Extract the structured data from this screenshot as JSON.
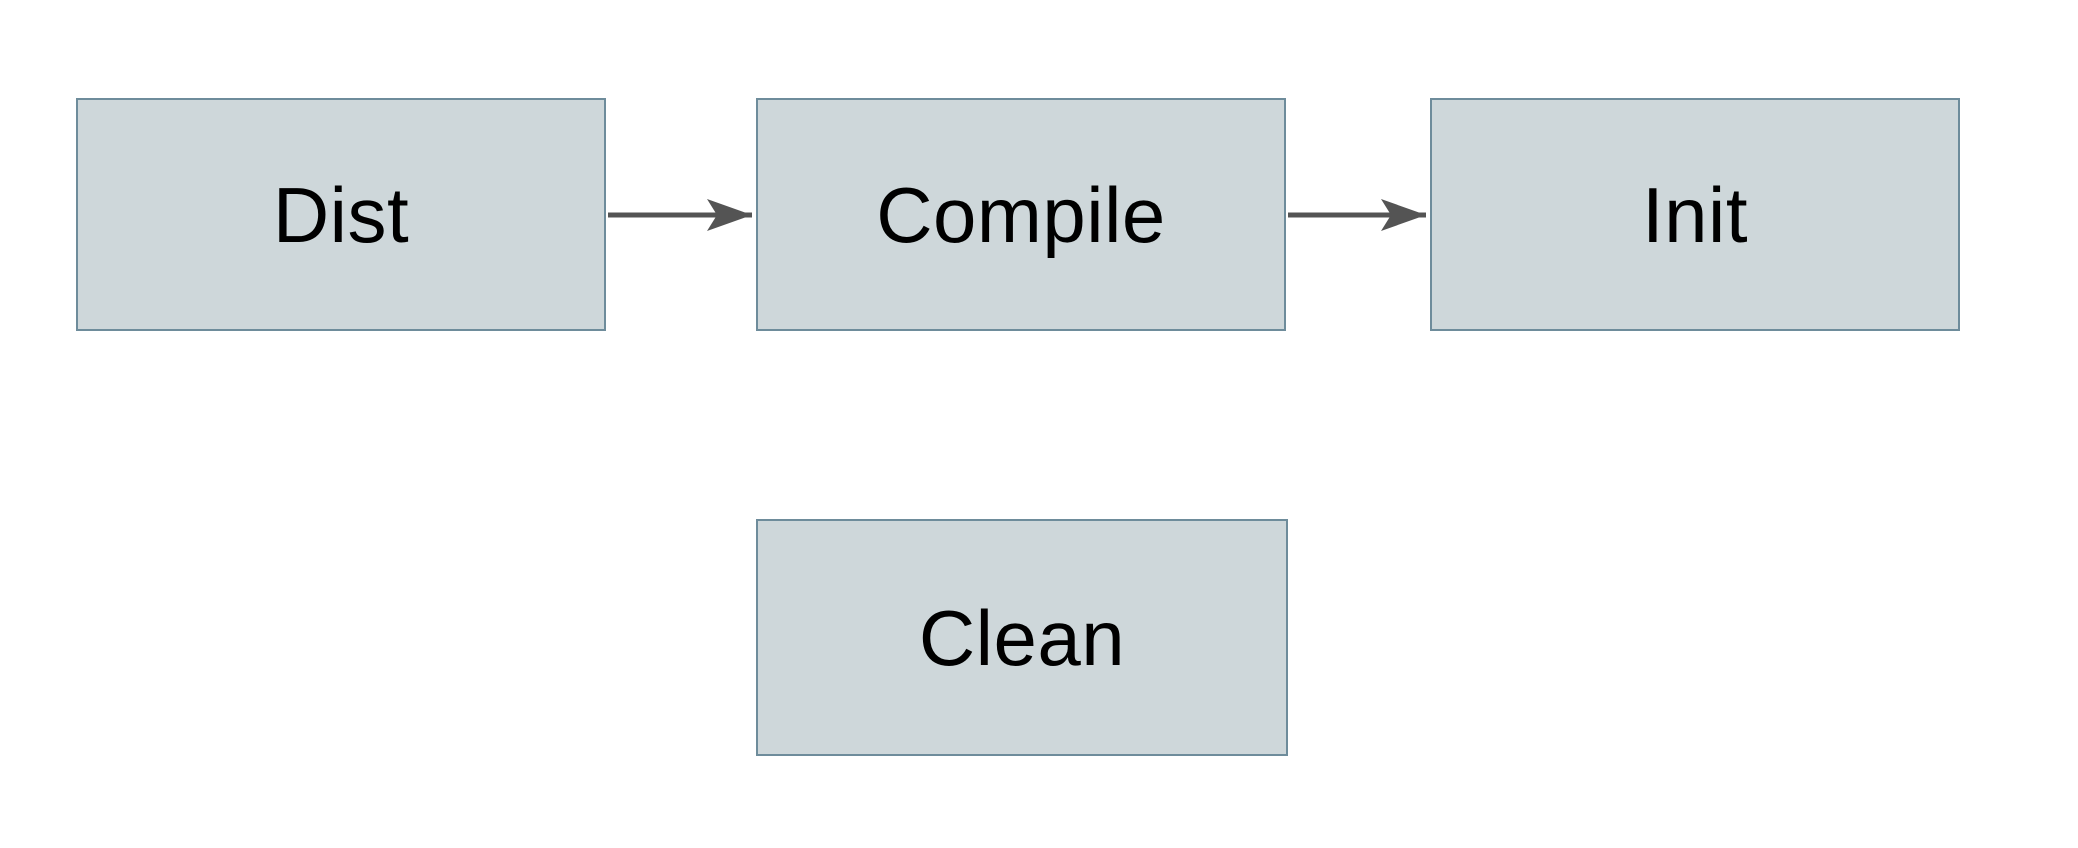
{
  "diagram": {
    "nodes": [
      {
        "id": "dist",
        "label": "Dist"
      },
      {
        "id": "compile",
        "label": "Compile"
      },
      {
        "id": "init",
        "label": "Init"
      },
      {
        "id": "clean",
        "label": "Clean"
      }
    ],
    "edges": [
      {
        "from": "Dist",
        "to": "Compile",
        "direction": "right"
      },
      {
        "from": "Compile",
        "to": "Init",
        "direction": "right"
      }
    ],
    "colors": {
      "background": "#ffffff",
      "node_fill": "#ced7da",
      "node_border": "#6e8c9b",
      "arrow_color": "#545454",
      "text_color": "#000000"
    }
  }
}
